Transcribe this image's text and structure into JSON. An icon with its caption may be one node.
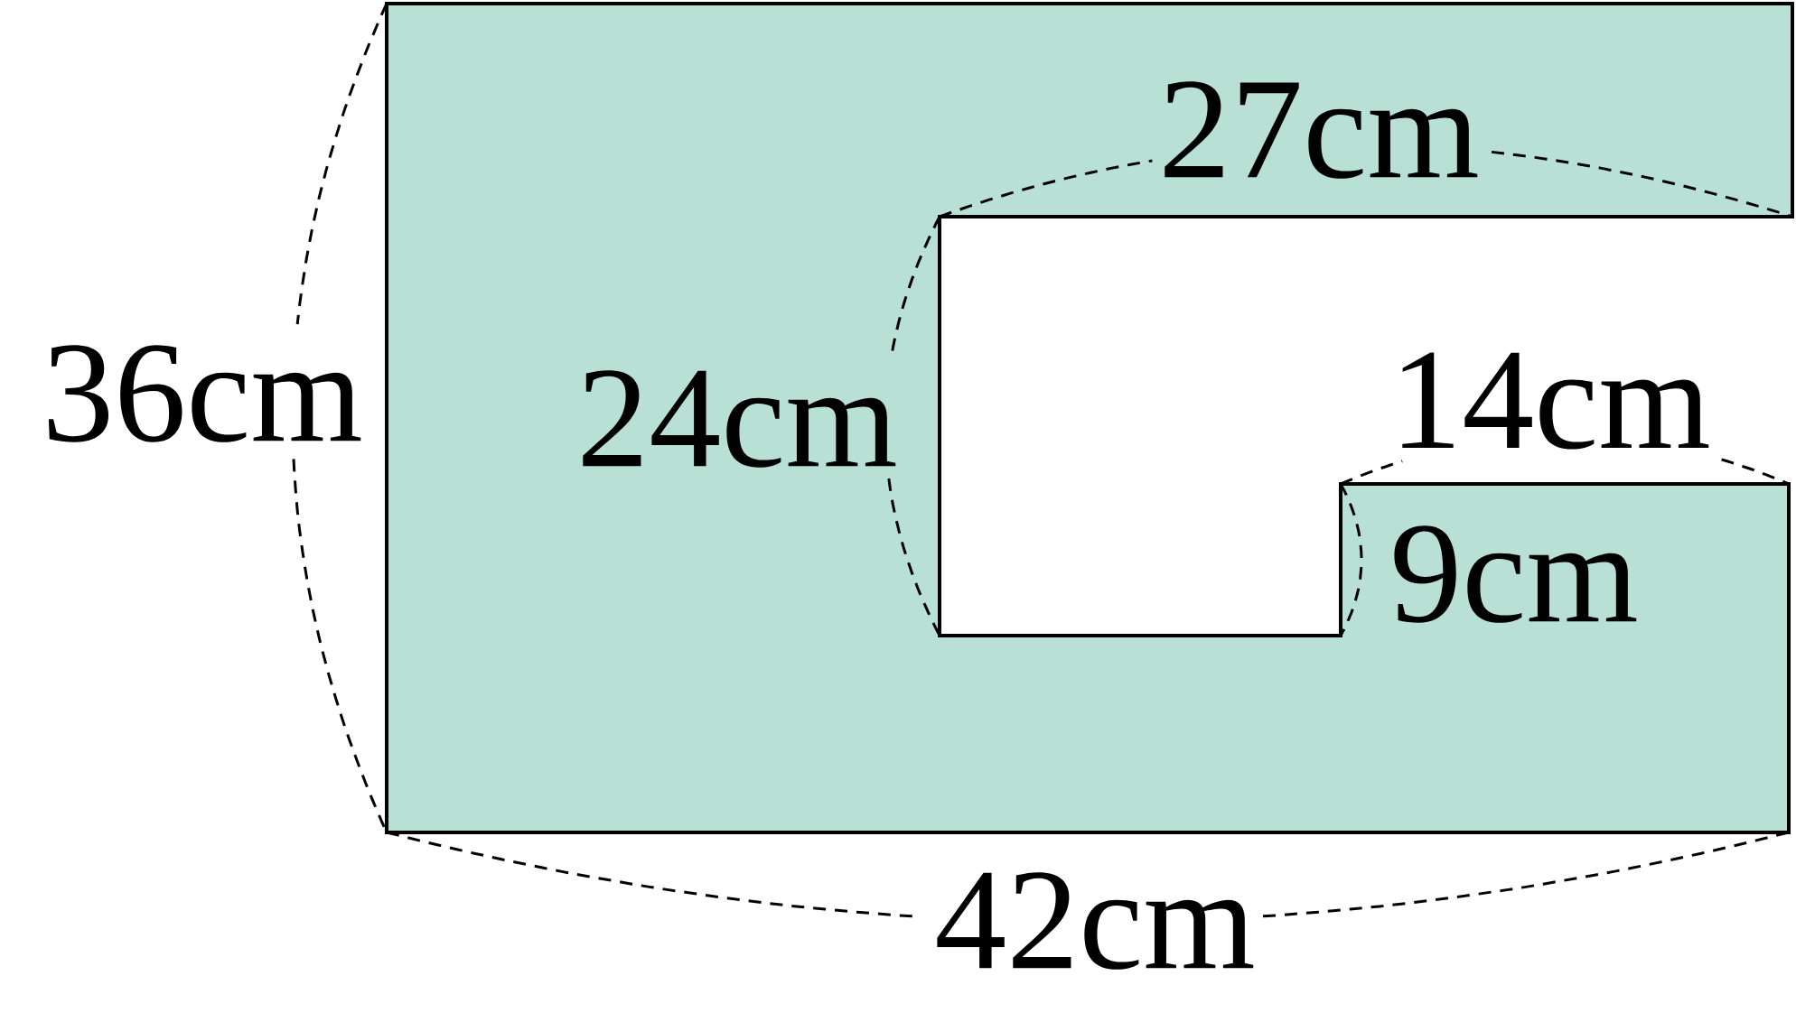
{
  "diagram": {
    "labels": [
      "27cm",
      "36cm",
      "24cm",
      "14cm",
      "9cm",
      "42cm"
    ]
  }
}
